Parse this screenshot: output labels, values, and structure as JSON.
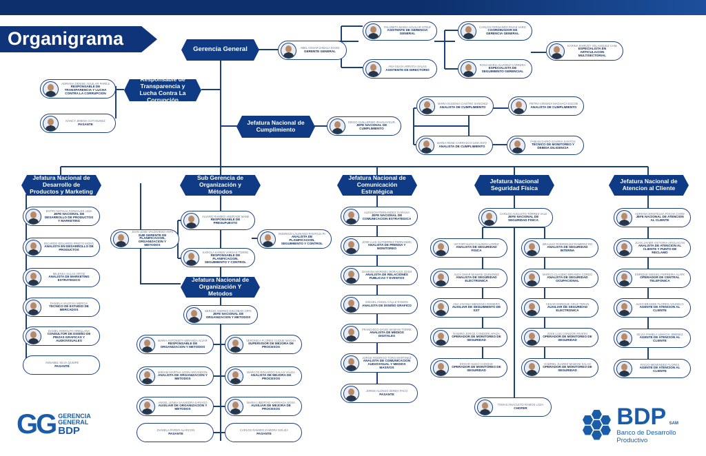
{
  "title": "Organigrama",
  "headers": {
    "gerencia_general": "Gerencia General",
    "transparencia": "Responsable de Transparencia y Lucha Contra La Corrupción",
    "cumplimiento": "Jefatura Nacional de Cumplimiento",
    "desarrollo": "Jefatura Nacional de Desarrollo de Productos y Marketing",
    "organizacion": "Sub Gerencia de Organización y Métodos",
    "org_metodos": "Jefatura Nacional de Organización Y Metodos",
    "comunicacion": "Jefatura Nacional de Comunicación Estratégica",
    "seguridad": "Jefatura Nacional Seguridad Física",
    "atencion": "Jefatura Nacional de Atencion al Cliente"
  },
  "cards": {
    "gg_gerente": {
      "name": "ABEL CESAR ZABALA DAVID",
      "role": "GERENTE GENERAL"
    },
    "gg_asistente_gg": {
      "name": "PALOMITA MARIA AGUILAR STEUFTE",
      "role": "ASISTENTE DE GERENCIA GENERAL"
    },
    "gg_asistente_dir": {
      "name": "ANA SILVIA ARRATIA SALAS",
      "role": "ASISTENTE DE DIRECTORIO"
    },
    "gg_coord": {
      "name": "CARLOS FERNANDO RIVAS VARGAS",
      "role": "COORDINADOR DE GERENCIA GENERAL"
    },
    "gg_seguimiento": {
      "name": "ROSA MARIA ALVAREZ CARRERA",
      "role": "ESPECIALISTA DE SEGUIMIENTO GERENCIAL"
    },
    "gg_multisectorial": {
      "name": "KARINA SHIRLEY VELASQUEZ CAMACHO",
      "role": "ESPECIALISTA EN ARTICULACION MULTISECTORIAL"
    },
    "tr_responsable": {
      "name": "ADRIANA DENISE AGUILAR PAREJA",
      "role": "RESPONSABLE DE TRANSPARENCIA Y LUCHA CONTRA LA CORRUPCION"
    },
    "tr_pasante": {
      "name": "NANCY JIMENA CUTI NUÑEZ",
      "role": "PASANTE"
    },
    "cu_jefe": {
      "name": "DIEGO GUILLERMO IRAHUAYSUPA",
      "role": "JEFE NACIONAL DE CUMPLIMIENTO"
    },
    "cu_analista1": {
      "name": "MARIA EUGENIA CASTRO SANCHEZ",
      "role": "ANALISTA DE CUMPLIMIENTO"
    },
    "cu_analista2": {
      "name": "PETRA VIRGINIA MACHACA ESCOBAR",
      "role": "ANALISTA DE CUMPLIMIENTO"
    },
    "cu_analista3": {
      "name": "MARIA RENE CARRASCO LIMA ESTALA",
      "role": "ANALISTA DE CUMPLIMIENTO"
    },
    "cu_tecnico": {
      "name": "FABIAN DARIO GAVIRIA SANTOS",
      "role": "TECNICO DE MONITOREO Y DEBIDA DILIGENCIA"
    },
    "dp_jefe": {
      "name": "ENTRY NATALIA GONZALES LIMA",
      "role": "JEFE NACIONAL DE DESARROLLO DE PRODUCTOS Y MARKETING"
    },
    "dp_analista1": {
      "name": "RICARDO EDUARDO PRIETO MONTAÑO",
      "role": "ANALISTA EN DESARROLLO DE PRODUCTOS"
    },
    "dp_analista2": {
      "name": "MILENKA SALAS ORTIZ",
      "role": "ANALISTA DE MARKETING ESTRATEGICO"
    },
    "dp_tecnico": {
      "name": "DANIELA VALDIVIA MERCIA",
      "role": "TECNICO DE ESTUDIO DE MERCADOS"
    },
    "dp_consultor": {
      "name": "DANIEL RODOLFO ORELLANA",
      "role": "CONSULTOR DE DISEÑO DE PIEZAS GRAFICAS Y AUDIOVISUALES"
    },
    "dp_pasante": {
      "name": "ANNABEL SILVA QUISPE",
      "role": "PASANTE"
    },
    "om_sub": {
      "name": "JUAN JOSE VALDIVIESO ANTEZANA",
      "role": "SUB GERENTE DE PLANIFICACION, ORGANIZACION Y METODOS"
    },
    "om_presupuesto": {
      "name": "ALVARO RAMIRO ANDRADE MAÑEZ",
      "role": "RESPONSABLE DE PRESUPUESTO"
    },
    "om_planif": {
      "name": "KAROLA KAREN VARGAS TORRE",
      "role": "RESPONSABLE DE PLANIFICACION, SEGUIMIENTO Y CONTROL"
    },
    "om_analista_planif": {
      "name": "RODRIGO LAURIANO PANTOJA PORRAS",
      "role": "ANALISTA DE PLANIFICACION, SEGUIMIENTO Y CONTROL"
    },
    "jm_jefe": {
      "name": "SERGIO ANDRES ESCOBAR ORTIZ",
      "role": "JEFE NACIONAL DE ORGANIZACION Y METODOS"
    },
    "jm_resp": {
      "name": "MARIA ANTONIETA MIRANDA ALVAREZ CASTILLO",
      "role": "RESPONSABLE DE ORGANIZACION Y METODOS"
    },
    "jm_supervisor": {
      "name": "VERONICA FLORES CUQUE MACHACA",
      "role": "SUPERVISOR DE MEJORA DE PROCESOS"
    },
    "jm_analista1": {
      "name": "MIRIAM MARTHA LEON ARGANDOÑA",
      "role": "ANALISTA DE ORGANIZACION Y METODOS"
    },
    "jm_analista2": {
      "name": "MARCOS EDUARDO SALAS VALDA",
      "role": "ANALISTA DE MEJORA DE PROCESOS"
    },
    "jm_auxiliar1": {
      "name": "ANGEL LENKA SAAVEDRA SARAGO",
      "role": "AUXILIAR DE ORGANIZACION Y METODOS"
    },
    "jm_auxiliar2": {
      "name": "MARIA LIBERTAD HARRIAGA SOSA",
      "role": "AUXILIAR DE MEJORA DE PROCESOS"
    },
    "jm_pasante1": {
      "name": "DANIELA PARDO ALARCON",
      "role": "PASANTE"
    },
    "jm_pasante2": {
      "name": "CARLOS RAMIRO ZAMORA SOLIZA",
      "role": "PASANTE"
    },
    "ce_jefe": {
      "name": "ALESSON FERNANDEZ GARAVIA",
      "role": "JEFE NACIONAL DE COMUNICACION ESTRATEGICA"
    },
    "ce_prensa": {
      "name": "JOSE LUIS GUTIERREZ FERNANDEZ",
      "role": "ANALISTA DE PRENSA Y MONITOREO"
    },
    "ce_relaciones": {
      "name": "DAHIANA MARISEL MORALES QUISPE",
      "role": "ANALISTA DE RELACIONES PUBLICAS Y EVENTOS"
    },
    "ce_diseno": {
      "name": "MIGUEL ANGEL CALLE RAMOS",
      "role": "ANALISTA DE DISEÑO GRAFICO"
    },
    "ce_digitales": {
      "name": "FRANCISCO DAVID MAMANI TORREZ",
      "role": "ANALISTA DE MEDIOS DIGITALES"
    },
    "ce_audiovisual": {
      "name": "JORGE RODRIGO TORO MARTINEZ",
      "role": "ANALISTA DE COMUNICACION AUDIOVISUAL Y MEDIOS MASIVOS"
    },
    "ce_pasante": {
      "name": "JORGE ALONSO ZERDA PACO",
      "role": "PASANTE"
    },
    "sf_jefe": {
      "name": "CARLOS AUGUSTO TORRES VALENZUELA",
      "role": "JEFE NACIONAL DE SEGURIDAD FISICA"
    },
    "sf_fisica": {
      "name": "VICTOR HUGO CALDERA LOPEZ",
      "role": "ANALISTA DE SEGURIDAD FISICA"
    },
    "sf_interna": {
      "name": "BRAULIO RODRIGUEZ RAMIREZ ROJAS",
      "role": "ANALISTA DE SEGURIDAD INTERNA"
    },
    "sf_electronica1": {
      "name": "ALEX OMAR MAMANI QUIÑONEZ",
      "role": "ANALISTA DE SEGURIDAD ELECTRONICA"
    },
    "sf_ocupacional": {
      "name": "MARCO CLAUDIO MIRANDA CORDOVA",
      "role": "ANALISTA DE SEGURIDAD OCUPACIONAL"
    },
    "sf_auxiliar_sst": {
      "name": "ANA VIVIANA MENDOZA ROMERO",
      "role": "AUXILIAR DE SEGUIMIENTO DE SST"
    },
    "sf_auxiliar_elec": {
      "name": "CESAR ENRIQUE CRUZ TERAN",
      "role": "AUXILIAR DE SEGURIDAD ELECTRONICA"
    },
    "sf_operador1": {
      "name": "RAMIRO JORGE CONDORI APAZA",
      "role": "OPERADOR DE MONITOREO DE SEGURIDAD"
    },
    "sf_operador2": {
      "name": "JOSE LUIS CONDORI RIVERA",
      "role": "OPERADOR DE MONITOREO DE SEGURIDAD"
    },
    "sf_operador3": {
      "name": "EDGAR HUGO CHOQUE",
      "role": "OPERADOR DE MONITOREO DE SEGURIDAD"
    },
    "sf_operador4": {
      "name": "GABRIEL JUAREZ MAMANI SALAS",
      "role": "OPERADOR DE MONITOREO DE SEGURIDAD"
    },
    "sf_chofer": {
      "name": "TOMAS ANACLETO RAMOS LOZA",
      "role": "CHOFER"
    },
    "ac_jefe": {
      "name": "ADRIANA ERISTELDA POCHA CARDONA",
      "role": "JEFE NACIONAL DE ATENCION AL CLIENTE"
    },
    "ac_analista": {
      "name": "JUAN JAVIER VICTORIA ARGUACAN",
      "role": "ANALISTA DE ATENCION AL CLIENTE Y PUNTO DE RECLAMO"
    },
    "ac_operador": {
      "name": "ENRIQUE MIGUEL FERREIRA ALARCON",
      "role": "OPERADOR DE CENTRAL TELEFONICA"
    },
    "ac_agente1": {
      "name": "ALDO BRANDE FLORES AGUDELO",
      "role": "AGENTE DE ATENCION AL CLIENTE"
    },
    "ac_agente2": {
      "name": "SILVIA PAMELA LIMACHI JIMENEZ",
      "role": "AGENTE DE ATENCION AL CLIENTE"
    },
    "ac_agente3": {
      "name": "ROCIO MENENDEZ FLORES",
      "role": "AGENTE DE ATENCION AL CLIENTE"
    }
  },
  "logos": {
    "gg_big": "GG",
    "gg_line1": "GERENCIA",
    "gg_line2": "GENERAL",
    "gg_line3": "BDP",
    "bdp_big": "BDP",
    "bdp_sam": "SAM",
    "bdp_sub": "Banco de Desarrollo Productivo"
  },
  "colors": {
    "primary": "#0f3a84",
    "line": "#1a3f7e",
    "brand": "#1a5ca8"
  }
}
